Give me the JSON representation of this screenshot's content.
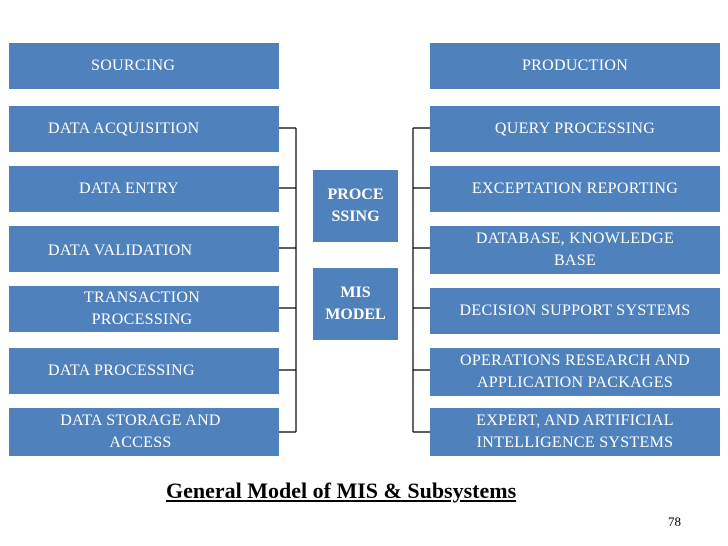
{
  "colors": {
    "box_fill": "#4f81bd",
    "box_text": "#ffffff",
    "line": "#000000"
  },
  "left_boxes": [
    "SOURCING",
    "DATA ACQUISITION",
    "DATA ENTRY",
    "DATA VALIDATION",
    "TRANSACTION PROCESSING",
    "DATA PROCESSING",
    "DATA STORAGE AND ACCESS"
  ],
  "center_boxes": [
    "PROCE SSING",
    "MIS MODEL"
  ],
  "right_boxes": [
    "PRODUCTION",
    "QUERY PROCESSING",
    "EXCEPTATION REPORTING",
    "DATABASE, KNOWLEDGE BASE",
    "DECISION SUPPORT SYSTEMS",
    "OPERATIONS RESEARCH AND APPLICATION PACKAGES",
    "EXPERT, AND ARTIFICIAL INTELLIGENCE  SYSTEMS"
  ],
  "caption": "General Model of MIS & Subsystems",
  "page_number": "78"
}
